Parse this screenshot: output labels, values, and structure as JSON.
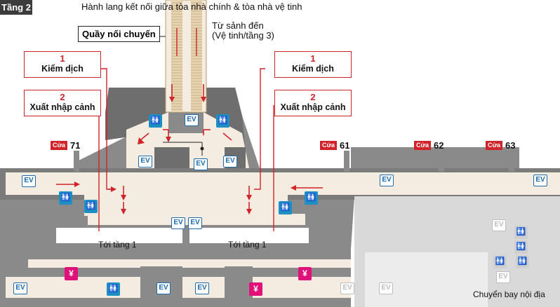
{
  "floor": "Tầng 2",
  "corridor_label": "Hành lang kết nối giữa tòa nhà chính & tòa nhà vệ tinh",
  "transfer_counter": "Quầy nối chuyến",
  "from_lobby": {
    "line1": "Từ sảnh đến",
    "line2": "(Vệ tinh/tầng 3)"
  },
  "steps": {
    "left": [
      {
        "num": "1",
        "text": "Kiểm dịch"
      },
      {
        "num": "2",
        "text": "Xuất nhập cảnh"
      }
    ],
    "right": [
      {
        "num": "1",
        "text": "Kiểm dịch"
      },
      {
        "num": "2",
        "text": "Xuất nhập cảnh"
      }
    ]
  },
  "gates": {
    "label": "Cửa",
    "numbers": [
      "71",
      "61",
      "62",
      "63"
    ]
  },
  "to_floor_1": {
    "left": "Tới tầng 1",
    "right": "Tới tầng 1"
  },
  "domestic": "Chuyển bay nội địa",
  "icons": {
    "elevator": "EV",
    "restroom": "🚻",
    "currency_exchange": "¥"
  },
  "colors": {
    "building": "#8a8a8a",
    "building_dark": "#6e6e6e",
    "walkway": "#f4ece1",
    "accent_red": "#d0242a",
    "elevator_blue": "#1e6bb0",
    "restroom_blue": "#1e8fc2",
    "currency_pink": "#e0127a"
  }
}
